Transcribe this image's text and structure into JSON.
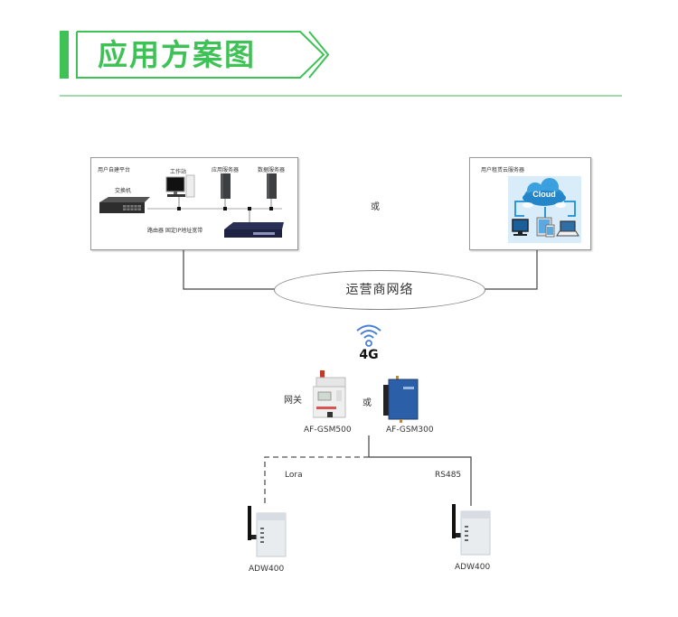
{
  "header": {
    "title": "应用方案图",
    "accent_color": "#3ec256"
  },
  "left_box": {
    "title": "用户自建平台",
    "switch_label": "交换机",
    "workstation_label": "工作站",
    "app_server_label": "应用服务器",
    "db_server_label": "数据服务器",
    "router_label": "路由器 固定IP地址宽带"
  },
  "or_top": "或",
  "right_box": {
    "title": "用户租赁云服务器",
    "cloud_label": "Cloud"
  },
  "carrier_network": "运营商网络",
  "wireless": {
    "icon": "wifi-signal-icon",
    "label": "4G"
  },
  "gateway": {
    "label": "网关",
    "or": "或",
    "device_a": "AF-GSM500",
    "device_b": "AF-GSM300"
  },
  "links": {
    "left": "Lora",
    "right": "RS485"
  },
  "meters": {
    "left": "ADW400",
    "right": "ADW400"
  }
}
